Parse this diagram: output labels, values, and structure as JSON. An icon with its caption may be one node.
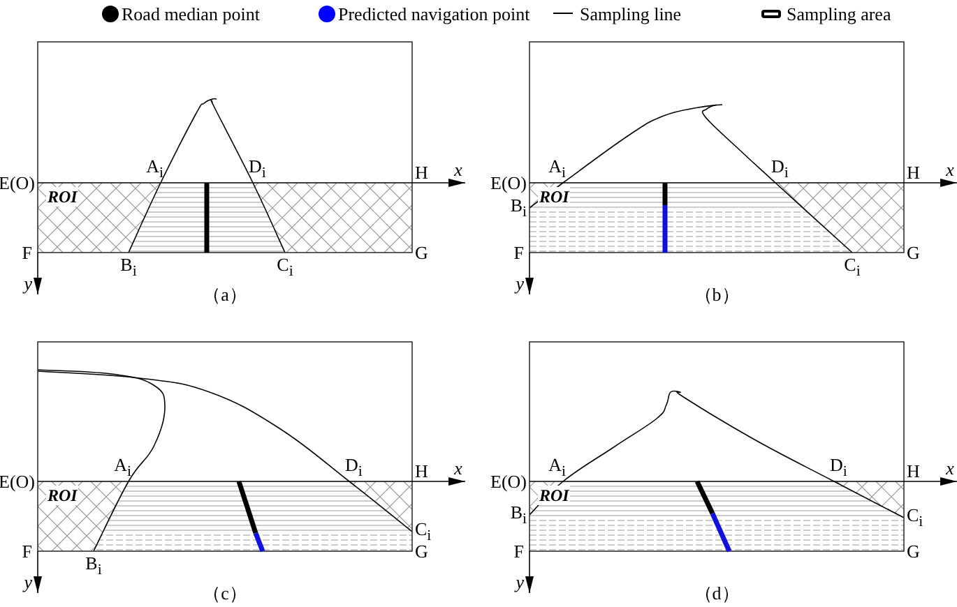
{
  "diagram": {
    "labels": [
      "A$_{i}$",
      "D$_{i}$",
      "x",
      "E(O)",
      "H",
      "ROI",
      "B$_{i}$",
      "C$_{i}$",
      "F",
      "G",
      "y",
      "（a）",
      "A$_{i}$",
      "D$_{i}$",
      "x",
      "E(O)",
      "H",
      "ROI",
      "B$_{i}$",
      "C$_{i}$",
      "F",
      "G",
      "y",
      "（b）",
      "A$_{i}$",
      "D$_{i}$",
      "x",
      "E(O)",
      "H",
      "ROI",
      "B$_{i}$",
      "C$_{i}$",
      "F",
      "G",
      "y",
      "（c）",
      "A$_{i}$",
      "D$_{i}$",
      "x",
      "E(O)",
      "H",
      "ROI",
      "B$_{i}$",
      "C$_{i}$",
      "F",
      "G",
      "y",
      "（d）"
    ],
    "legend": [
      {
        "text": "Road median point",
        "color": "#000000"
      },
      {
        "text": "Predicted navigation point",
        "color": "#0000ff"
      },
      {
        "text": "Sampling line"
      },
      {
        "text": "Sampling area"
      }
    ]
  }
}
